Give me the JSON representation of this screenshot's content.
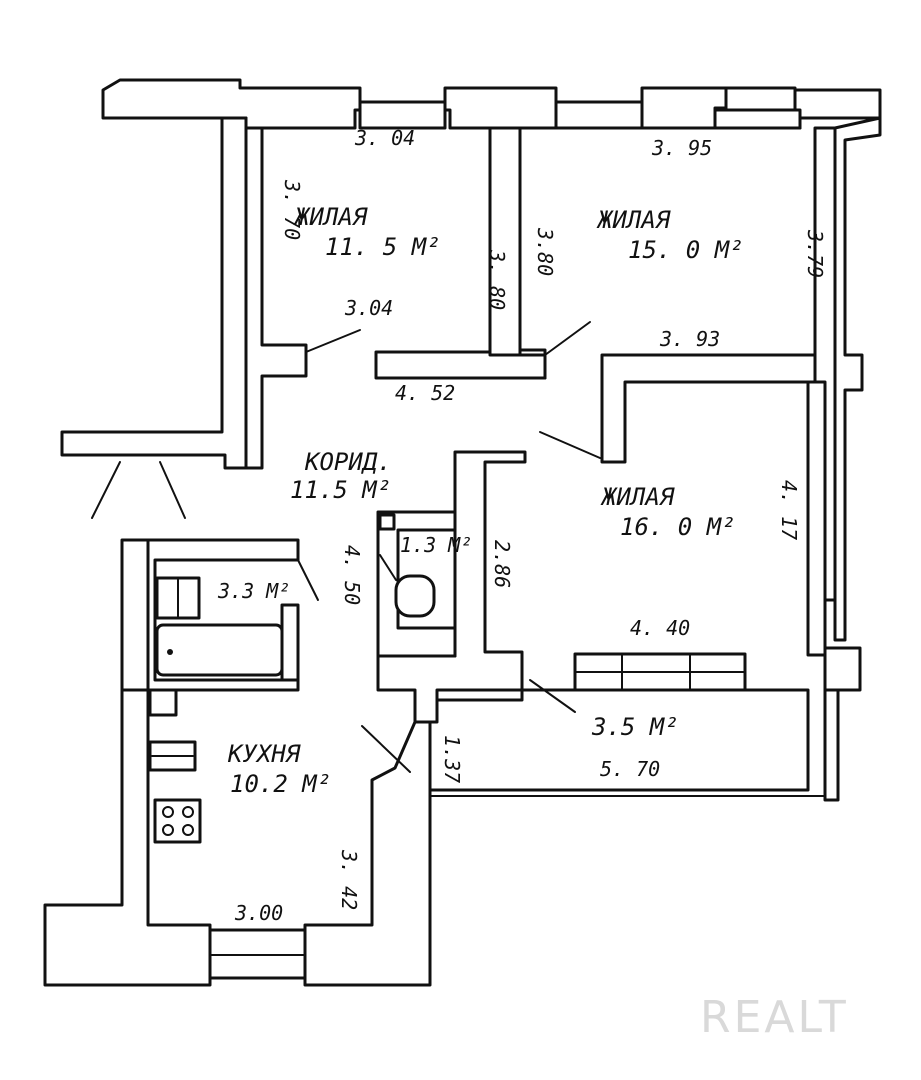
{
  "rooms": {
    "bedroom1": {
      "label": "ЖИЛАЯ",
      "area": "11. 5 М²"
    },
    "bedroom2": {
      "label": "ЖИЛАЯ",
      "area": "15. 0 М²"
    },
    "bedroom3": {
      "label": "ЖИЛАЯ",
      "area": "16. 0 М²"
    },
    "corridor": {
      "label": "КОРИД.",
      "area": "11.5 М²"
    },
    "wc": {
      "area": "1.3 М²"
    },
    "bathroom": {
      "area": "3.3 М²"
    },
    "kitchen": {
      "label": "КУХНЯ",
      "area": "10.2 М²"
    },
    "balcony": {
      "area": "3.5 М²"
    }
  },
  "dimensions": {
    "b1_top": "3. 04",
    "b1_left": "3. 70",
    "b1_right": "3. 80",
    "b1_bottom": "3.04",
    "b2_top": "3. 95",
    "b2_left": "3.80",
    "b2_right": "3.79",
    "b2_bottom": "3. 93",
    "corridor_width": "4. 52",
    "b3_right": "4. 17",
    "b3_left": "2.86",
    "b3_bottom": "4. 40",
    "corridor_vertical": "4. 50",
    "balcony_left": "1.37",
    "balcony_bottom": "5. 70",
    "kitchen_right": "3. 42",
    "kitchen_bottom": "3.00"
  },
  "watermark": "REALT"
}
